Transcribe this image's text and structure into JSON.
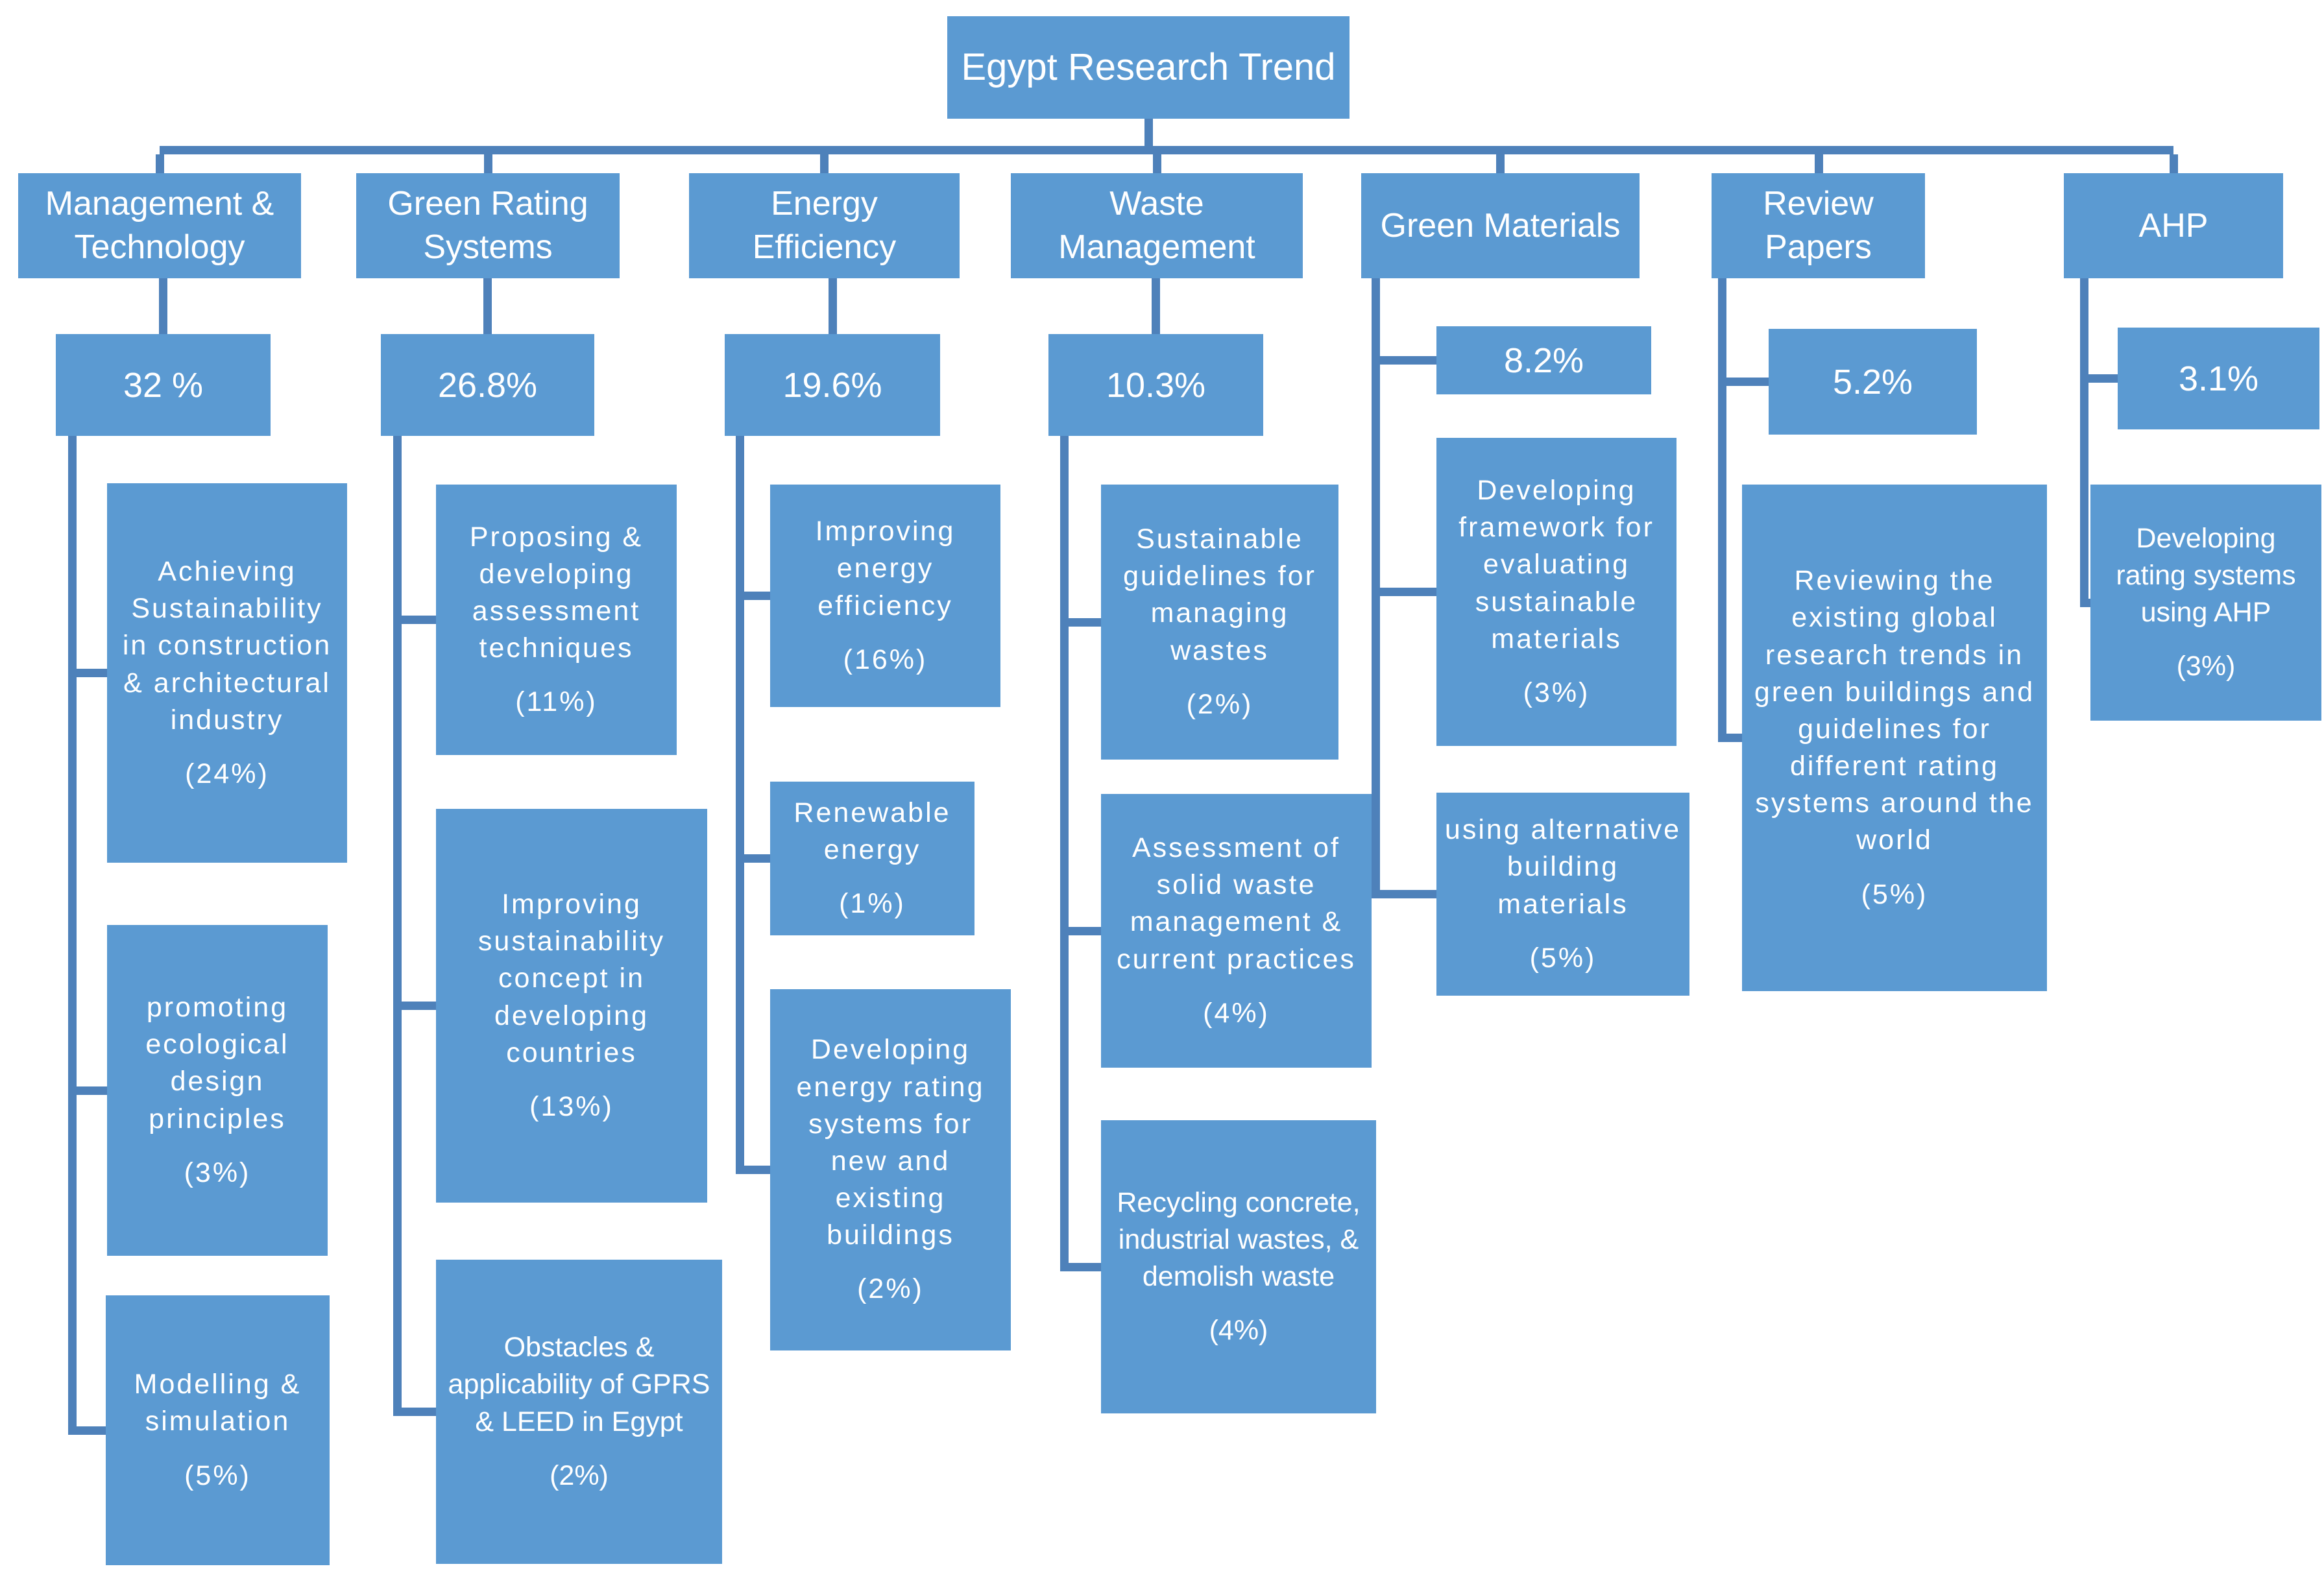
{
  "title": "Egypt Research Trend",
  "colors": {
    "box": "#5b9ad2",
    "connector": "#4e81ba",
    "text": "#ffffff"
  },
  "branches": [
    {
      "label": "Management & Technology",
      "share": "32 %",
      "children": [
        {
          "text": "Achieving Sustainability in construction & architectural industry",
          "pct": "(24%)"
        },
        {
          "text": "promoting ecological design principles",
          "pct": "(3%)"
        },
        {
          "text": "Modelling & simulation",
          "pct": "(5%)"
        }
      ]
    },
    {
      "label": "Green Rating Systems",
      "share": "26.8%",
      "children": [
        {
          "text": "Proposing & developing assessment techniques",
          "pct": "(11%)"
        },
        {
          "text": "Improving sustainability concept in developing countries",
          "pct": "(13%)"
        },
        {
          "text": "Obstacles & applicability of GPRS & LEED in Egypt",
          "pct": "(2%)"
        }
      ]
    },
    {
      "label": "Energy Efficiency",
      "share": "19.6%",
      "children": [
        {
          "text": "Improving energy efficiency",
          "pct": "(16%)"
        },
        {
          "text": "Renewable energy",
          "pct": "(1%)"
        },
        {
          "text": "Developing energy rating systems for new and existing buildings",
          "pct": "(2%)"
        }
      ]
    },
    {
      "label": "Waste Management",
      "share": "10.3%",
      "children": [
        {
          "text": "Sustainable guidelines for managing wastes",
          "pct": "(2%)"
        },
        {
          "text": "Assessment of solid waste management & current practices",
          "pct": "(4%)"
        },
        {
          "text": "Recycling concrete, industrial wastes, & demolish waste",
          "pct": "(4%)"
        }
      ]
    },
    {
      "label": "Green Materials",
      "share": "8.2%",
      "children": [
        {
          "text": "Developing framework for evaluating sustainable materials",
          "pct": "(3%)"
        },
        {
          "text": "using alternative building materials",
          "pct": "(5%)"
        }
      ]
    },
    {
      "label": "Review Papers",
      "share": "5.2%",
      "children": [
        {
          "text": "Reviewing the existing global research trends in green buildings and guidelines for different rating systems around the world",
          "pct": "(5%)"
        }
      ]
    },
    {
      "label": "AHP",
      "share": "3.1%",
      "children": [
        {
          "text": "Developing rating systems using AHP",
          "pct": "(3%)"
        }
      ]
    }
  ]
}
